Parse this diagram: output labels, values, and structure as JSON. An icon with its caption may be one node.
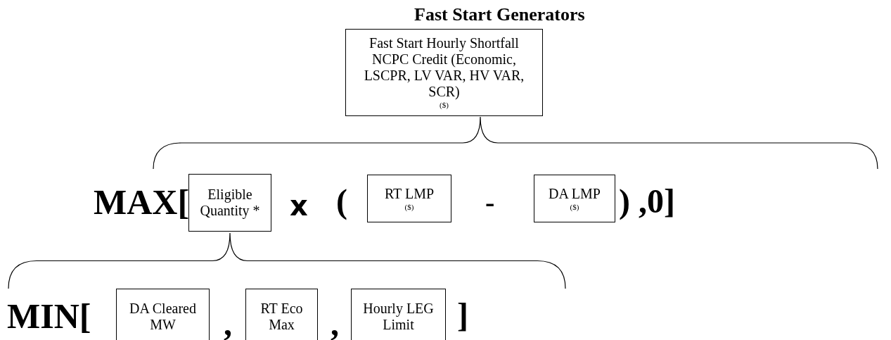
{
  "diagram": {
    "title": "Fast Start Generators",
    "nodes": [
      {
        "text": [
          "Fast Start Hourly Shortfall NCPC Credit (Economic, LSCPR, LV VAR, HV VAR, SCR)",
          "($)"
        ]
      },
      {
        "text": [
          "Eligible Quantity *"
        ]
      },
      {
        "text": [
          "RT LMP",
          "($)"
        ]
      },
      {
        "text": [
          "DA LMP",
          "($)"
        ]
      },
      {
        "text": [
          "DA Cleared MW"
        ]
      },
      {
        "text": [
          "RT Eco Max"
        ]
      },
      {
        "text": [
          "Hourly LEG Limit"
        ]
      }
    ],
    "labels": [
      "MAX[",
      "x",
      "(",
      "-",
      ") ,0]",
      "MIN[",
      ",",
      ",",
      "]"
    ]
  }
}
